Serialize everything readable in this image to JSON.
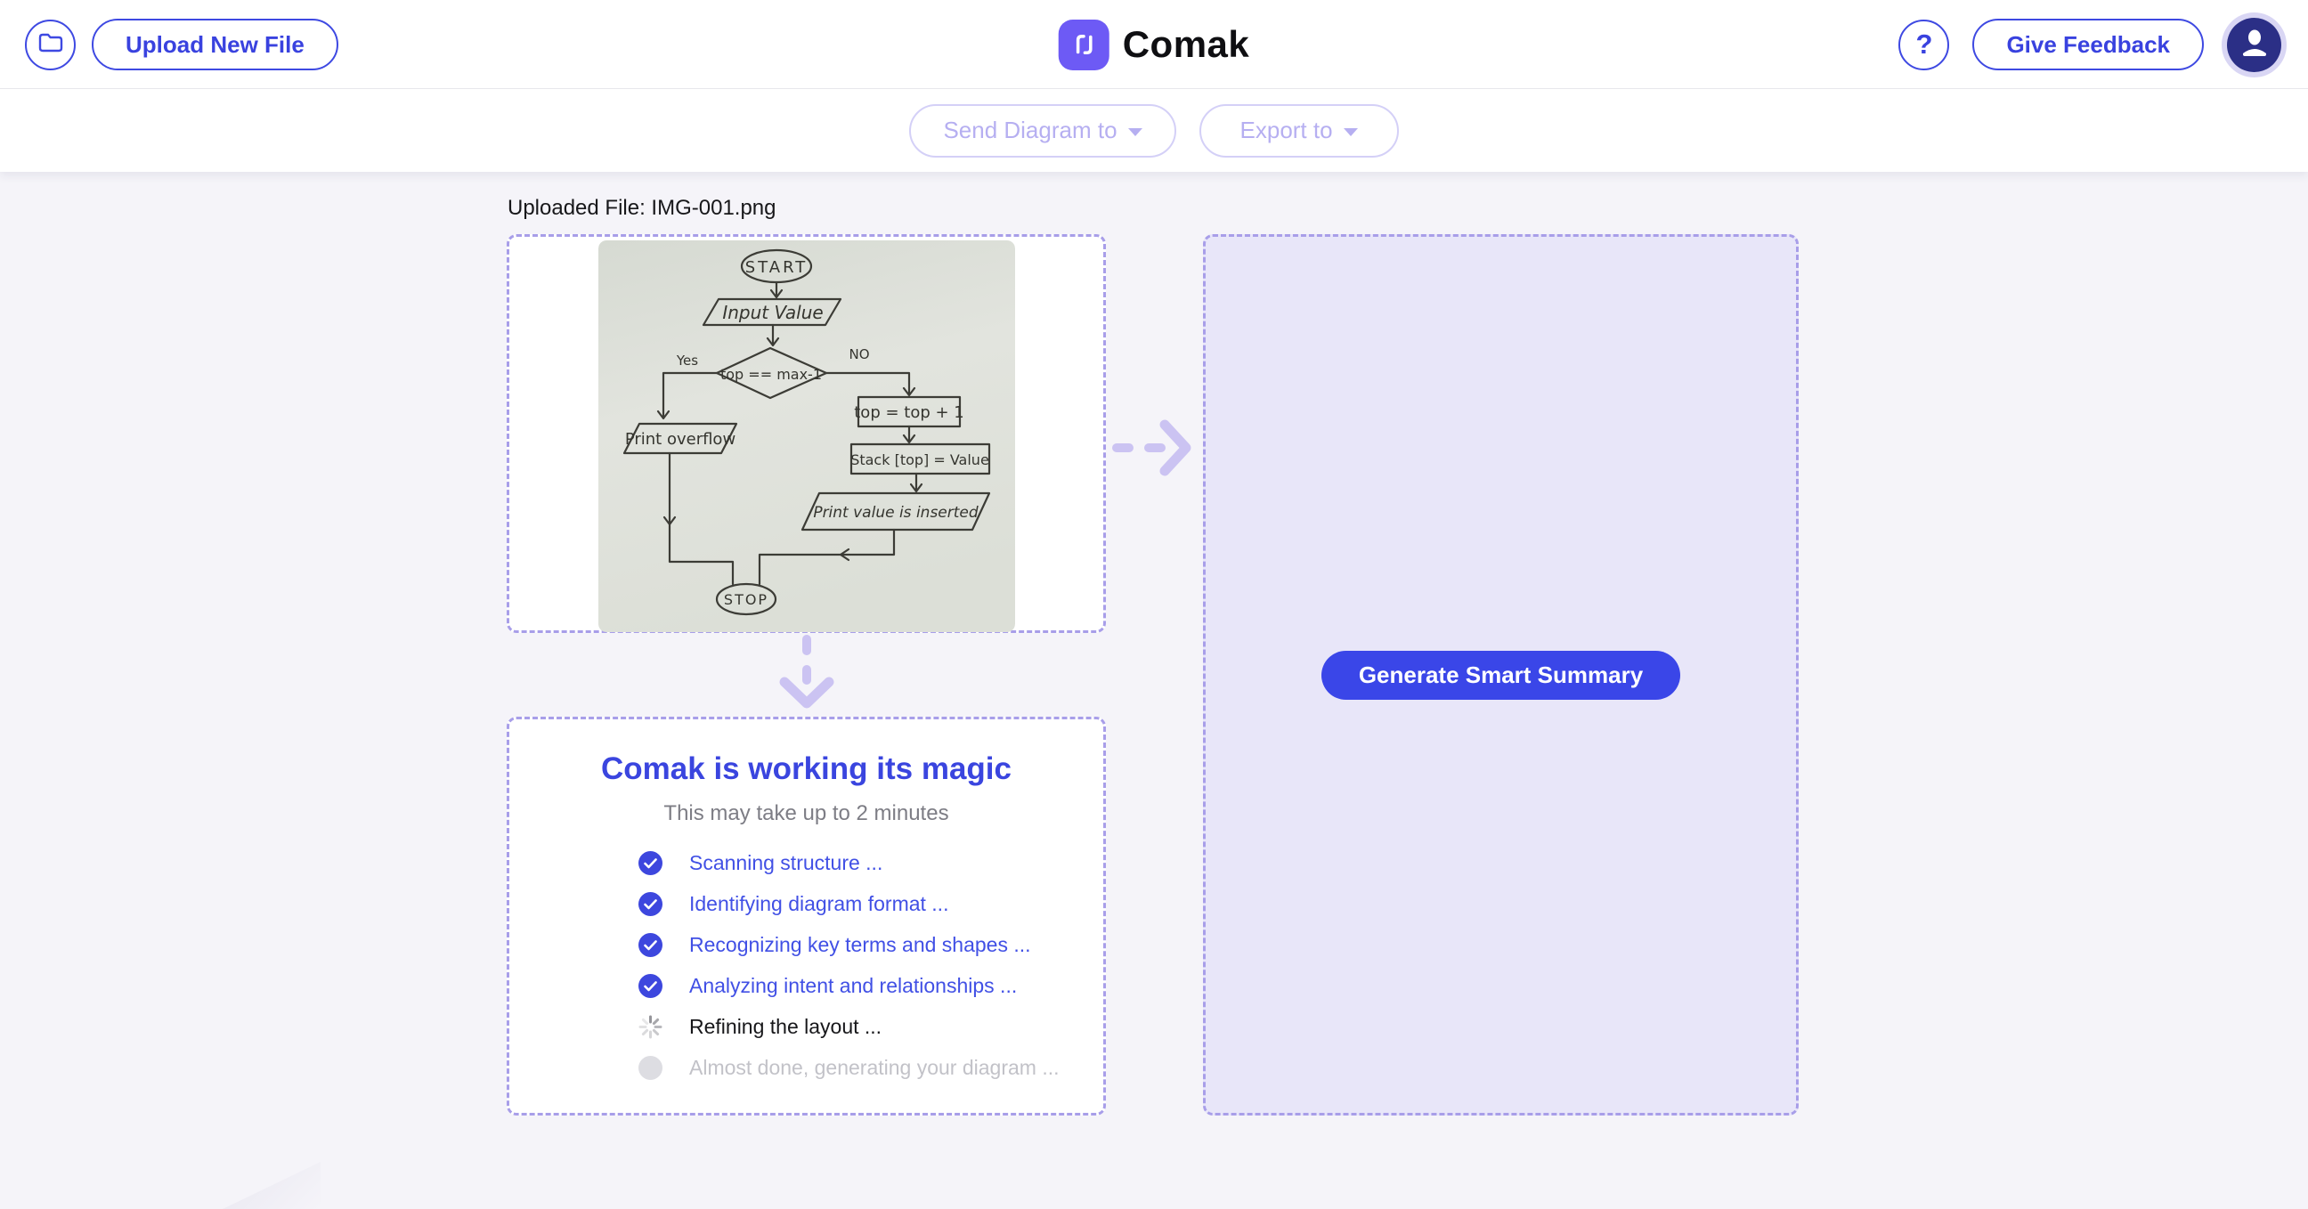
{
  "header": {
    "upload_new_file_label": "Upload New File",
    "brand_name": "Comak",
    "help_label": "?",
    "give_feedback_label": "Give Feedback"
  },
  "toolbar": {
    "send_diagram_label": "Send Diagram to",
    "export_label": "Export to"
  },
  "main": {
    "uploaded_file_label": "Uploaded File: IMG-001.png",
    "flowchart": {
      "start": "START",
      "input": "Input Value",
      "decision": "top == max-1",
      "yes": "Yes",
      "no": "NO",
      "overflow": "Print overflow",
      "increment": "top = top + 1",
      "assign": "Stack [top] = Value",
      "inserted": "Print value is inserted",
      "stop": "STOP"
    },
    "progress": {
      "title": "Comak is working its magic",
      "subtitle": "This may take up to 2 minutes",
      "steps": [
        {
          "label": "Scanning structure ...",
          "state": "done"
        },
        {
          "label": "Identifying diagram format ...",
          "state": "done"
        },
        {
          "label": "Recognizing key terms and shapes ...",
          "state": "done"
        },
        {
          "label": "Analyzing intent and relationships ...",
          "state": "done"
        },
        {
          "label": "Refining the layout ...",
          "state": "active"
        },
        {
          "label": "Almost done, generating your diagram ...",
          "state": "pending"
        }
      ]
    },
    "generate_summary_label": "Generate Smart Summary"
  },
  "colors": {
    "accent_blue": "#3a46e8",
    "brand_purple": "#6d5af5",
    "dashed_border": "#a89ee9",
    "panel_lavender": "#e8e6f9",
    "page_background": "#f5f4f9",
    "avatar_navy": "#2b2f86",
    "done_check": "#3d47de",
    "title_blue": "#3a45df"
  }
}
